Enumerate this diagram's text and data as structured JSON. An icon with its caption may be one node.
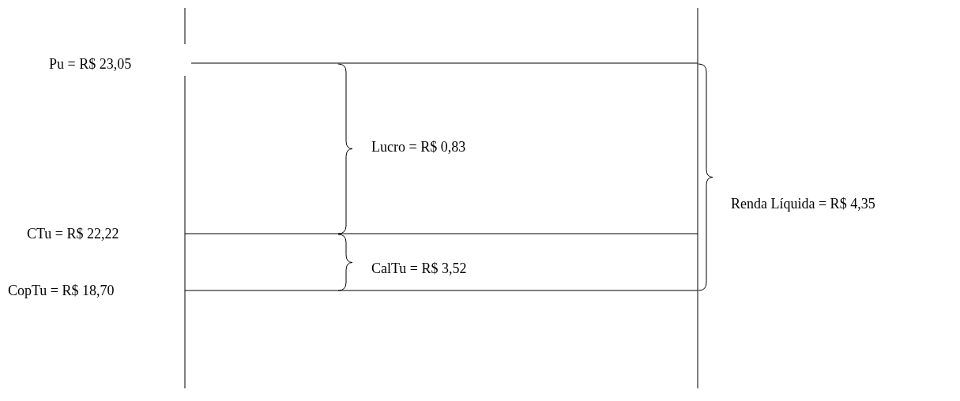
{
  "diagram": {
    "labels": [
      "Pu = R$ 23,05",
      "Lucro = R$ 0,83",
      "Renda Líquida = R$ 4,35",
      "CTu = R$ 22,22",
      "CalTu = R$ 3,52",
      "CopTu = R$ 18,70"
    ]
  }
}
